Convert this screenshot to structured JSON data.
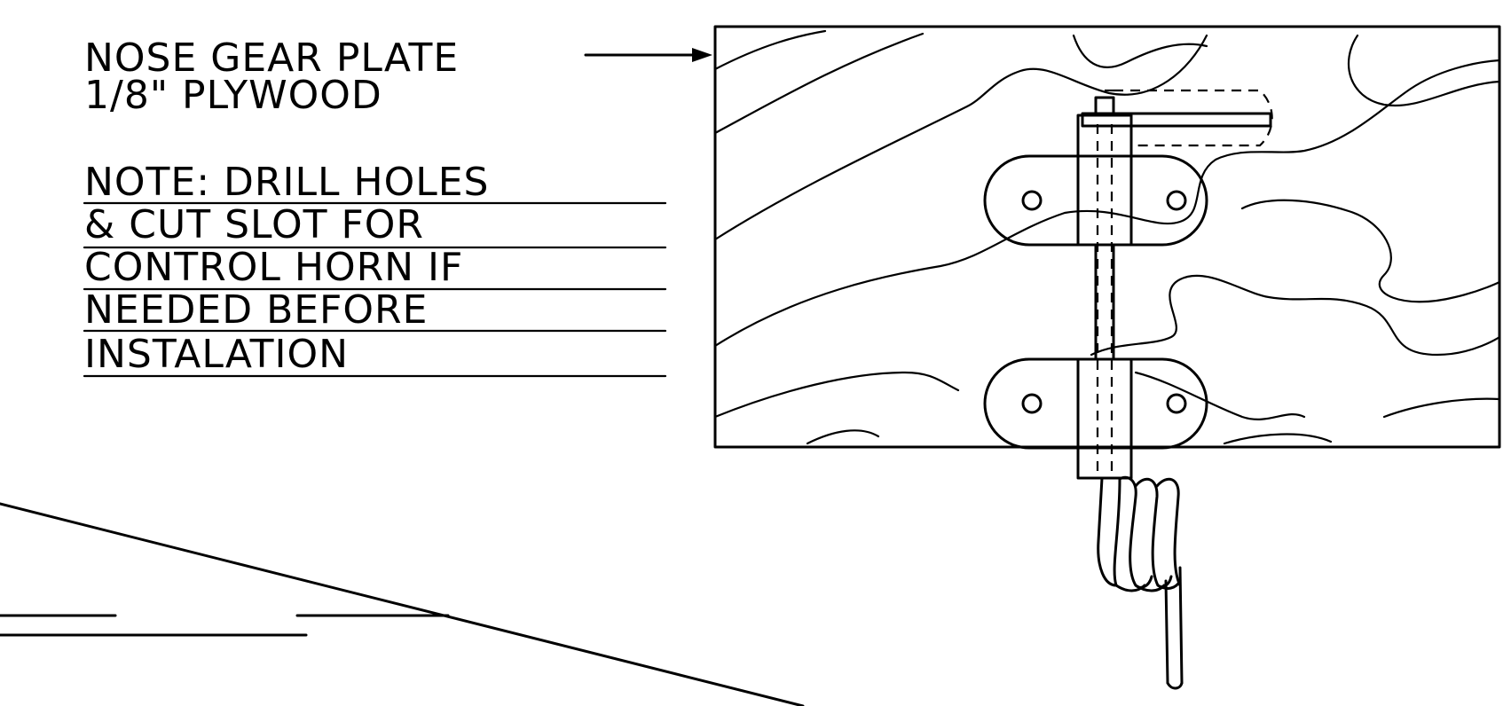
{
  "label": {
    "line1": "NOSE  GEAR   PLATE",
    "line2": "1/8\"   PLYWOOD"
  },
  "note": {
    "lines": [
      "NOTE:  DRILL  HOLES",
      "&  CUT   SLOT   FOR",
      "CONTROL  HORN   IF",
      "NEEDED   BEFORE",
      "INSTALATION"
    ]
  },
  "colors": {
    "ink": "#000000",
    "paper": "#ffffff"
  }
}
